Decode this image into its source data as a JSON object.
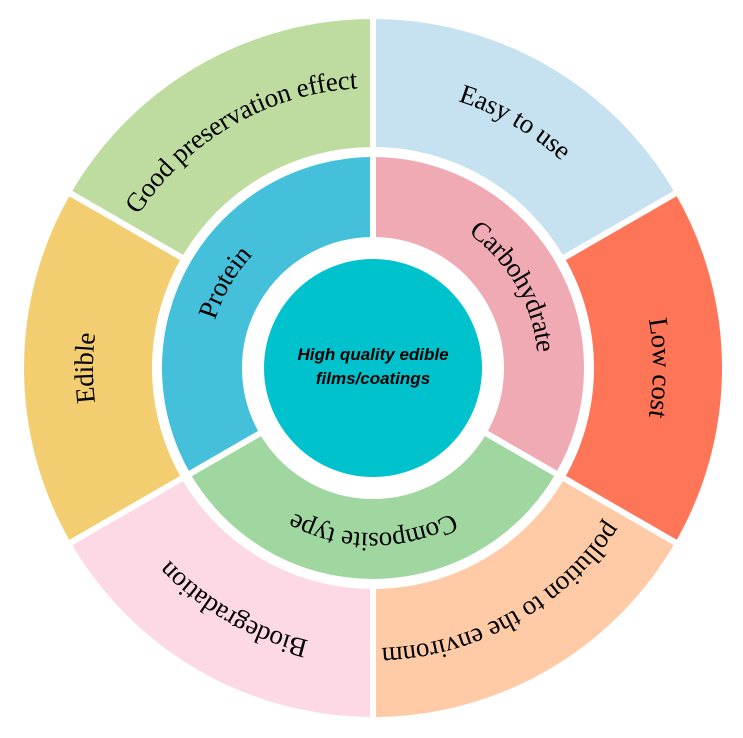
{
  "center": {
    "line1": "High quality edible",
    "line2": "films/coatings",
    "color": "#00C2CC"
  },
  "inner_ring": [
    {
      "label": "Carbohydrate",
      "color": "#F0AAB4"
    },
    {
      "label": "Composite type",
      "color": "#A0D6A0"
    },
    {
      "label": "Protein",
      "color": "#44C0DA"
    }
  ],
  "outer_ring": [
    {
      "label": "Easy to use",
      "color": "#C6E2F0"
    },
    {
      "label": "Low cost",
      "color": "#FF7557"
    },
    {
      "label": "No pollution to the environment",
      "color": "#FECBA6"
    },
    {
      "label": "Biodegradation",
      "color": "#FDD9E6"
    },
    {
      "label": "Edible",
      "color": "#F2CE70"
    },
    {
      "label": "Good preservation effect",
      "color": "#BFDCA0"
    }
  ]
}
